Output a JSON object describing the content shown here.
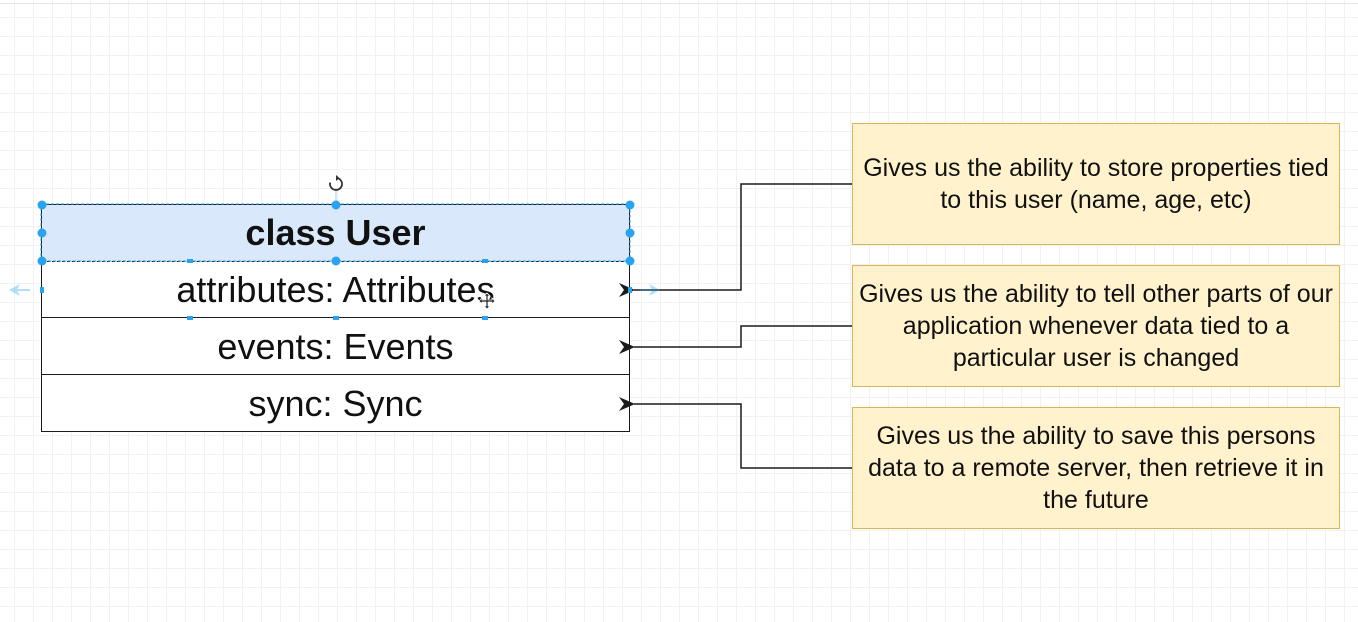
{
  "class_box": {
    "title": "class User",
    "rows": [
      "attributes: Attributes",
      "events: Events",
      "sync: Sync"
    ]
  },
  "notes": [
    {
      "text": "Gives us the ability to store properties tied to this user (name, age, etc)"
    },
    {
      "text": "Gives us the ability to tell other parts of our application whenever data tied to a particular user is changed"
    },
    {
      "text": "Gives us the ability to save this persons data to a remote server, then retrieve it in the future"
    }
  ],
  "colors": {
    "header_fill": "#dae8fc",
    "note_fill": "#fff2cc",
    "note_border": "#d6b656",
    "selection": "#29a3ef"
  },
  "icons": [
    "rotate-icon",
    "move-cursor-icon",
    "arrow-left-icon"
  ]
}
